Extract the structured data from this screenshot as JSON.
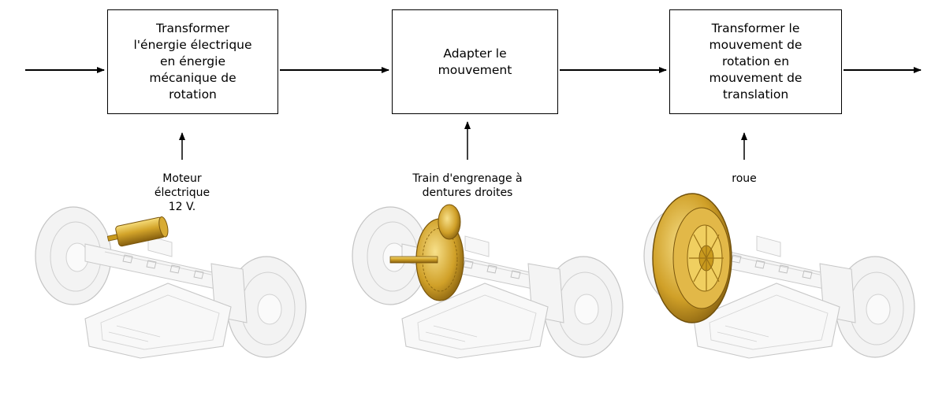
{
  "blocks": [
    {
      "id": "convert-energy",
      "text": "Transformer\nl'énergie électrique\nen énergie\nmécanique de\nrotation"
    },
    {
      "id": "adapt-motion",
      "text": "Adapter le\nmouvement"
    },
    {
      "id": "convert-motion",
      "text": "Transformer le\nmouvement de\nrotation en\nmouvement de\ntranslation"
    }
  ],
  "components": [
    {
      "id": "motor",
      "text": "Moteur\nélectrique\n12 V."
    },
    {
      "id": "gear-train",
      "text": "Train d'engrenage à\ndentures droites"
    },
    {
      "id": "wheel",
      "text": "roue"
    }
  ],
  "colors": {
    "line": "#000000",
    "chassis": "#c8c8c8",
    "chassis_fill": "#f2f2f2",
    "highlight": "#c99a1e",
    "highlight_light": "#f0cf60",
    "highlight_dark": "#8a6410"
  }
}
